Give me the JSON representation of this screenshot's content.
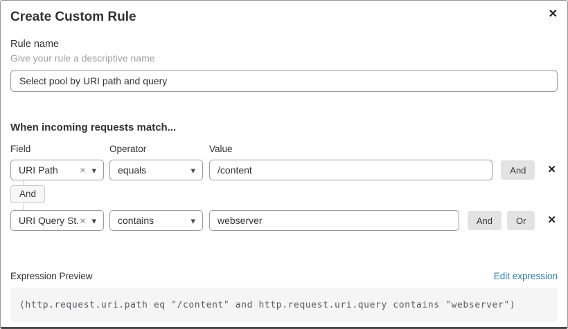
{
  "dialog": {
    "title": "Create Custom Rule"
  },
  "icons": {
    "close": "✕",
    "clear": "×",
    "caret": "▾",
    "delete": "✕"
  },
  "rule_name": {
    "label": "Rule name",
    "description": "Give your rule a descriptive name",
    "value": "Select pool by URI path and query"
  },
  "match": {
    "heading": "When incoming requests match...",
    "columns": {
      "field": "Field",
      "operator": "Operator",
      "value": "Value"
    },
    "rows": [
      {
        "field": "URI Path",
        "operator": "equals",
        "value": "/content",
        "and_label": "And"
      },
      {
        "field": "URI Query St...",
        "operator": "contains",
        "value": "webserver",
        "and_label": "And",
        "or_label": "Or"
      }
    ],
    "connector_label": "And"
  },
  "expression": {
    "label": "Expression Preview",
    "edit_link": "Edit expression",
    "preview": "(http.request.uri.path eq \"/content\" and http.request.uri.query contains \"webserver\")"
  },
  "colors": {
    "accent_link": "#2c7cb0",
    "text": "#313131",
    "muted": "#9e9e9e",
    "input_border": "#999999",
    "button_bg": "#e3e3e3",
    "preview_bg": "#f5f5f6"
  }
}
